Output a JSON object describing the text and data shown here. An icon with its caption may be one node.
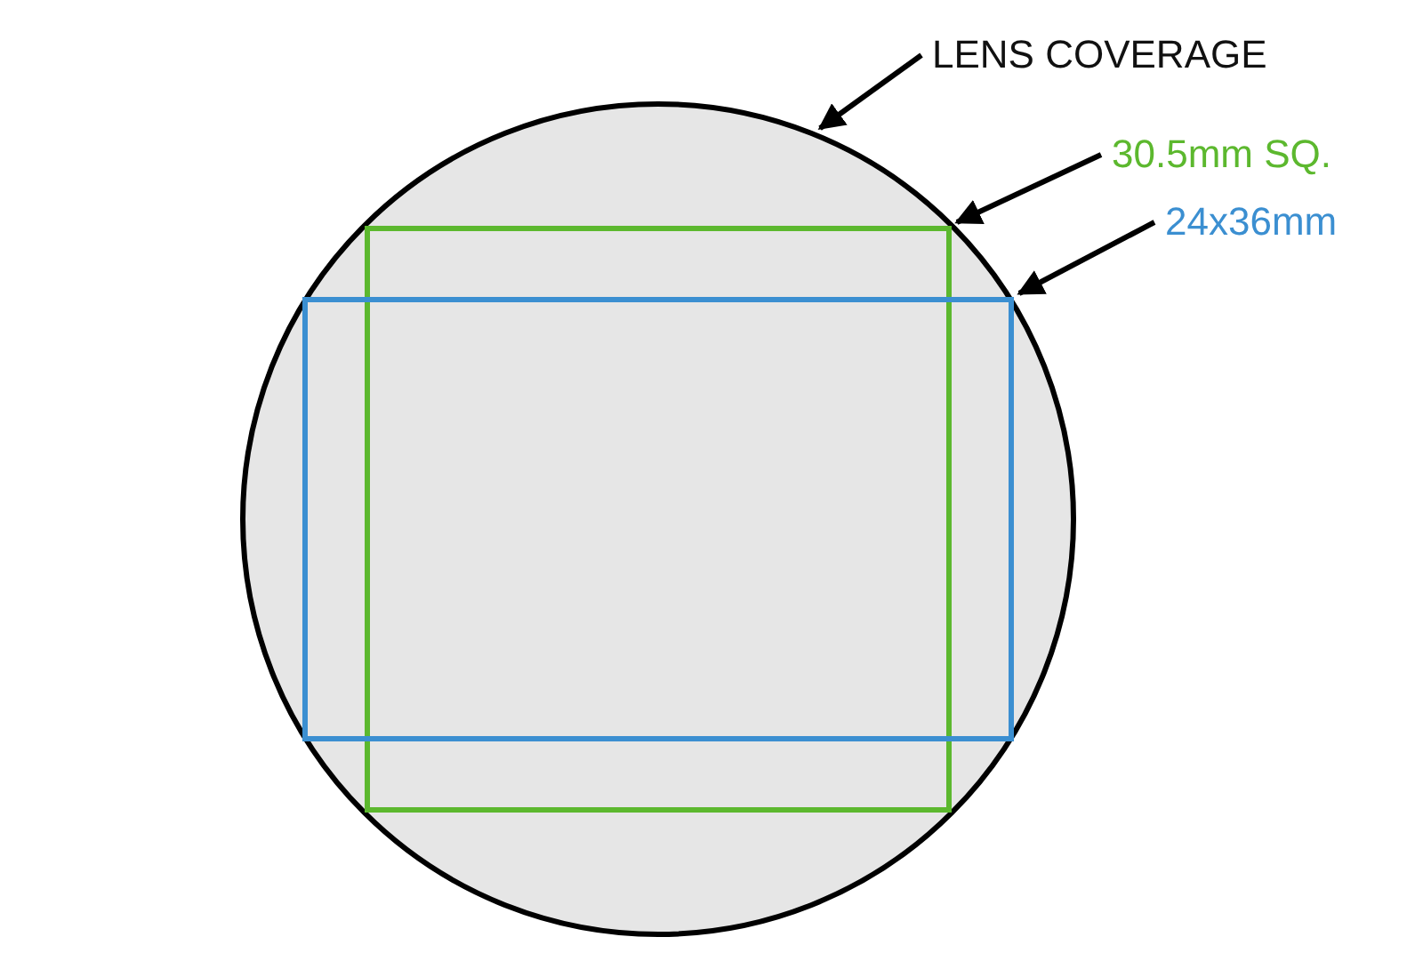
{
  "diagram": {
    "nodes": [
      {
        "text": [],
        "shape": "circle"
      },
      {
        "text": [],
        "shape": "box",
        "in": 0
      },
      {
        "text": [],
        "shape": "box",
        "in": 0
      },
      {
        "text": [
          "LENS COVERAGE"
        ]
      },
      {
        "text": [
          "30.5mm SQ."
        ]
      },
      {
        "text": [
          "24x36mm"
        ]
      }
    ],
    "edges": [
      {
        "from": 3,
        "to": 0,
        "arrow": "to"
      },
      {
        "from": 4,
        "to": 1,
        "arrow": "to"
      },
      {
        "from": 5,
        "to": 2,
        "arrow": "to"
      }
    ]
  }
}
